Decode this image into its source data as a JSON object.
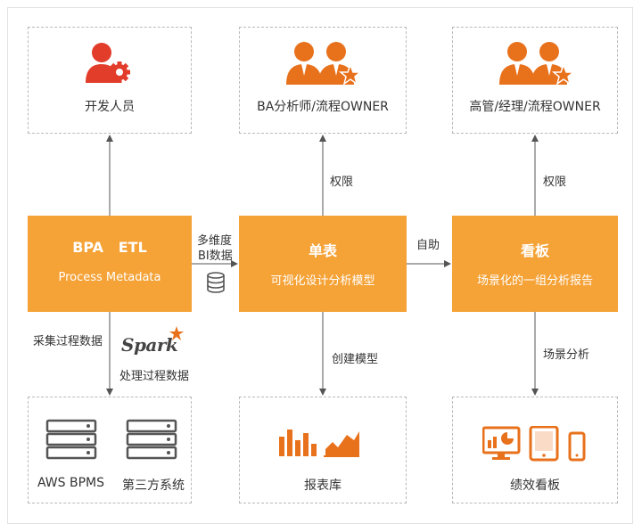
{
  "colors": {
    "accent": "#f5a236",
    "icon": "#e8711c",
    "dev_icon": "#e23c2b",
    "arrow": "#555555",
    "border": "#b9b9b9"
  },
  "top": {
    "developer": {
      "label": "开发人员",
      "icon": "developer-gear-icon"
    },
    "ba": {
      "label": "BA分析师/流程OWNER",
      "icon": "people-star-icon"
    },
    "exec": {
      "label": "高管/经理/流程OWNER",
      "icon": "people-star-icon"
    }
  },
  "middle": {
    "etl": {
      "title": "BPA   ETL",
      "subtitle": "Process Metadata"
    },
    "form": {
      "title": "单表",
      "subtitle": "可视化设计分析模型"
    },
    "board": {
      "title": "看板",
      "subtitle": "场景化的一组分析报告"
    }
  },
  "connectors": {
    "multi_dim_line1": "多维度",
    "multi_dim_line2": "BI数据",
    "self_service": "自助",
    "permission_left": "权限",
    "permission_right": "权限",
    "collect": "采集过程数据",
    "spark_logo": "Spark",
    "process": "处理过程数据",
    "build_model": "创建模型",
    "scenario": "场景分析"
  },
  "bottom": {
    "sources": {
      "left": "AWS BPMS",
      "right": "第三方系统",
      "icon": "server-icon"
    },
    "library": {
      "label": "报表库",
      "icon": "bar-chart-icon"
    },
    "dashboard": {
      "label": "绩效看板",
      "icon": "devices-icon"
    }
  }
}
